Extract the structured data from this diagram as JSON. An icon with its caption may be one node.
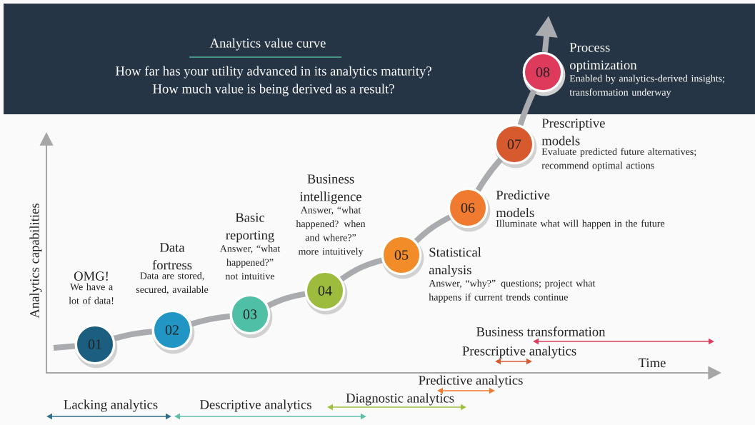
{
  "diagram": {
    "title": "Analytics value curve",
    "nodes": [
      {
        "text": [
          "01"
        ],
        "beside": [
          "OMG!",
          "We have a lot of data!"
        ]
      },
      {
        "text": [
          "02"
        ],
        "beside": [
          "Data fortress",
          "Data are stored, secured, available"
        ]
      },
      {
        "text": [
          "03"
        ],
        "beside": [
          "Basic reporting",
          "Answer, “what happened?” not intuitive"
        ]
      },
      {
        "text": [
          "04"
        ],
        "beside": [
          "Business intelligence",
          "Answer, “what happened? when and where?” more intuitively"
        ]
      },
      {
        "text": [
          "05"
        ],
        "beside": [
          "Statistical analysis",
          "Answer, “why?” questions; project what happens if current trends continue"
        ]
      },
      {
        "text": [
          "06"
        ],
        "beside": [
          "Predictive models",
          "Illuminate what will happen in the future"
        ]
      },
      {
        "text": [
          "07"
        ],
        "beside": [
          "Prescriptive models",
          "Evaluate predicted future alternatives; recommend optimal actions"
        ]
      },
      {
        "text": [
          "08"
        ],
        "beside": [
          "Process optimization",
          "Enabled by analytics-derived insights; transformation underway"
        ]
      }
    ],
    "edges": [
      {
        "from": null,
        "to": 0,
        "arrow": "none"
      },
      {
        "from": 0,
        "to": 1,
        "arrow": "none"
      },
      {
        "from": 1,
        "to": 2,
        "arrow": "none"
      },
      {
        "from": 2,
        "to": 3,
        "arrow": "none"
      },
      {
        "from": 3,
        "to": 4,
        "arrow": "none"
      },
      {
        "from": 4,
        "to": 5,
        "arrow": "none"
      },
      {
        "from": 5,
        "to": 6,
        "arrow": "none"
      },
      {
        "from": 6,
        "to": 7,
        "arrow": "none"
      },
      {
        "from": 7,
        "to": null,
        "arrow": "to"
      }
    ],
    "labels": [
      "How far has your utility advanced in its analytics maturity?",
      "How much value is being derived as a result?",
      "Analytics capabilities",
      "Time",
      "Lacking analytics",
      "Descriptive analytics",
      "Diagnostic analytics",
      "Predictive analytics",
      "Prescriptive analytics",
      "Business transformation"
    ]
  }
}
